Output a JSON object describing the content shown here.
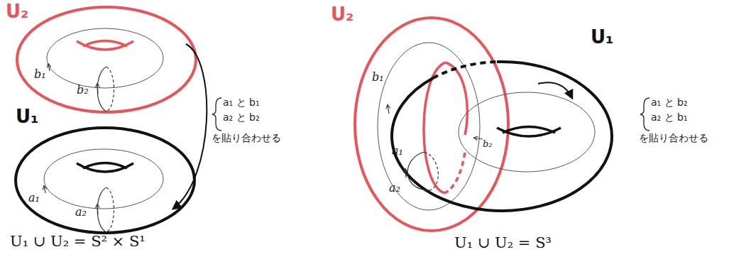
{
  "diagram": {
    "labels": [
      "U₂",
      "b₁",
      "b₂",
      "U₁",
      "a₁",
      "a₂",
      "a₁ と b₁",
      "a₂ と b₂",
      "を貼り合わせる",
      "U₁ ∪ U₂ = S² × S¹",
      "U₂",
      "b₁",
      "a₁",
      "a₂",
      "b₂",
      "U₁",
      "a₁ と b₂",
      "a₂ と b₁",
      "を貼り合わせる",
      "U₁ ∪ U₂ = S³"
    ]
  }
}
